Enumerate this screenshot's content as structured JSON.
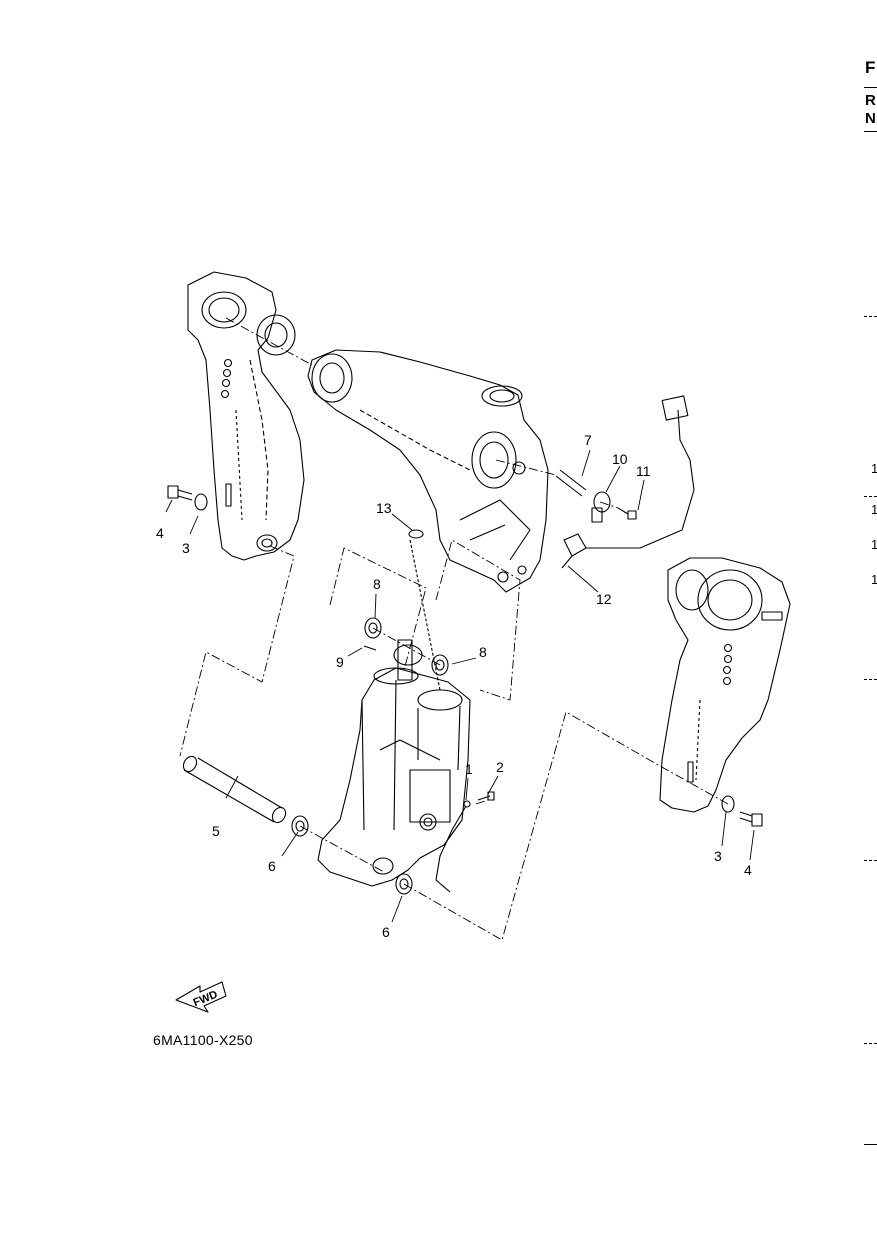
{
  "diagram": {
    "part_code": "6MA1100-X250",
    "fwd_label": "FWD",
    "callouts": {
      "c1": "1",
      "c2": "2",
      "c3a": "3",
      "c3b": "3",
      "c4a": "4",
      "c4b": "4",
      "c5": "5",
      "c6a": "6",
      "c6b": "6",
      "c7": "7",
      "c8a": "8",
      "c8b": "8",
      "c9": "9",
      "c10": "10",
      "c11": "11",
      "c12": "12",
      "c13": "13"
    }
  },
  "right_edge": {
    "letters": [
      "F",
      "R",
      "N"
    ],
    "numbers": [
      "1",
      "1",
      "1",
      "1"
    ]
  }
}
